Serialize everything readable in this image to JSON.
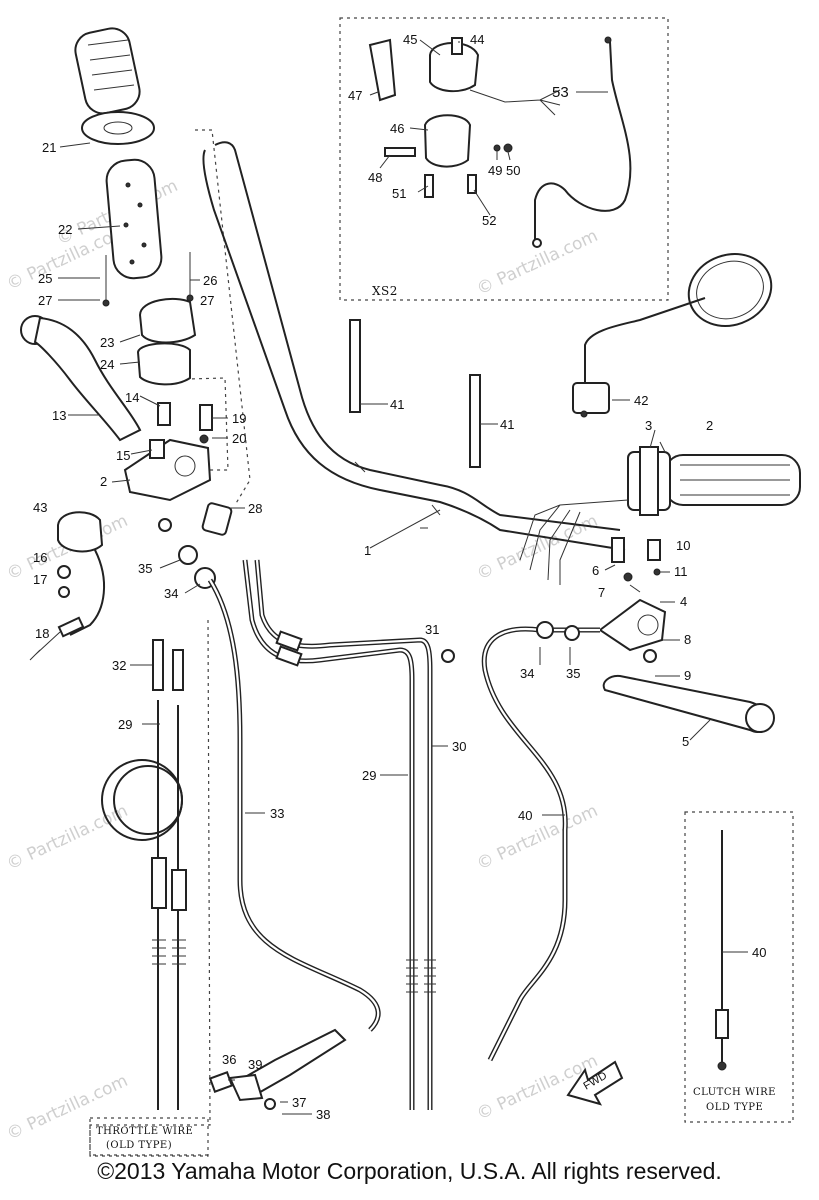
{
  "diagram": {
    "callouts": {
      "c1": "1",
      "c2a": "2",
      "c2b": "2",
      "c3": "3",
      "c4": "4",
      "c5": "5",
      "c6": "6",
      "c7": "7",
      "c8": "8",
      "c9": "9",
      "c10": "10",
      "c11": "11",
      "c13": "13",
      "c14": "14",
      "c15": "15",
      "c16": "16",
      "c17": "17",
      "c18": "18",
      "c19": "19",
      "c20": "20",
      "c21": "21",
      "c22": "22",
      "c23": "23",
      "c24": "24",
      "c25": "25",
      "c26": "26",
      "c27a": "27",
      "c27b": "27",
      "c28": "28",
      "c29a": "29",
      "c29b": "29",
      "c30": "30",
      "c31": "31",
      "c32": "32",
      "c33": "33",
      "c34a": "34",
      "c34b": "34",
      "c35a": "35",
      "c35b": "35",
      "c36": "36",
      "c37": "37",
      "c38": "38",
      "c39": "39",
      "c40a": "40",
      "c40b": "40",
      "c41a": "41",
      "c41b": "41",
      "c42": "42",
      "c43": "43",
      "c44": "44",
      "c45": "45",
      "c46": "46",
      "c47": "47",
      "c48": "48",
      "c49": "49",
      "c50": "50",
      "c51": "51",
      "c52": "52",
      "c53": "53"
    },
    "boxes": {
      "xs2_label": "XS2",
      "throttle_line1": "THROTTLE WIRE",
      "throttle_line2": "(OLD TYPE)",
      "clutch_line1": "CLUTCH WIRE",
      "clutch_line2": "OLD TYPE"
    },
    "fwd_label": "FWD",
    "watermark": "© Partzilla.com",
    "copyright": "©2013 Yamaha Motor Corporation, U.S.A. All rights reserved."
  }
}
